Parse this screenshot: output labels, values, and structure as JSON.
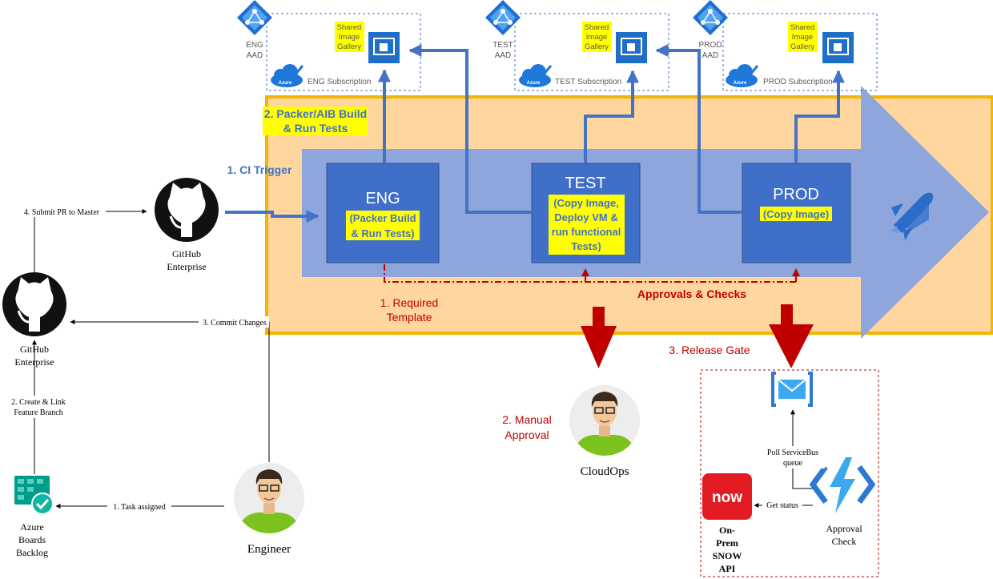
{
  "subscriptions": [
    {
      "aad_line1": "ENG",
      "aad_line2": "AAD",
      "gallery_lines": [
        "Shared",
        "Image",
        "Gallery"
      ],
      "subscription_label": "ENG Subscription"
    },
    {
      "aad_line1": "TEST",
      "aad_line2": "AAD",
      "gallery_lines": [
        "Shared",
        "Image",
        "Gallery"
      ],
      "subscription_label": "TEST Subscription"
    },
    {
      "aad_line1": "PROD",
      "aad_line2": "AAD",
      "gallery_lines": [
        "Shared",
        "Image",
        "Gallery"
      ],
      "subscription_label": "PROD Subscription"
    }
  ],
  "azure_badge": "Azure",
  "pipeline": {
    "build_step_line1": "2. Packer/AIB Build",
    "build_step_line2": "& Run Tests",
    "ci_trigger": "1. CI Trigger",
    "stages": [
      {
        "name": "ENG",
        "details": [
          "(Packer Build",
          "& Run Tests)"
        ]
      },
      {
        "name": "TEST",
        "details": [
          "(Copy Image,",
          "Deploy VM &",
          "run functional",
          "Tests)"
        ]
      },
      {
        "name": "PROD",
        "details": [
          "(Copy Image)"
        ]
      }
    ],
    "required_template_line1": "1. Required",
    "required_template_line2": "Template",
    "approvals_checks": "Approvals & Checks"
  },
  "left_flow": {
    "submit_pr": "4. Submit PR to Master",
    "commit_changes": "3. Commit Changes",
    "create_branch_line1": "2. Create & Link",
    "create_branch_line2": "Feature Branch",
    "task_assigned": "1. Task assigned",
    "github_top_line1": "GitHub",
    "github_top_line2": "Enterprise",
    "github_left_line1": "GitHub",
    "github_left_line2": "Enterprise",
    "boards_lines": [
      "Azure",
      "Boards",
      "Backlog"
    ],
    "engineer": "Engineer"
  },
  "manual_approval_line1": "2. Manual",
  "manual_approval_line2": "Approval",
  "cloudops": "CloudOps",
  "release_gate": {
    "title": "3. Release Gate",
    "poll_line1": "Poll ServiceBus",
    "poll_line2": "queue",
    "get_status": "Get status",
    "snow_logo_text": "now",
    "snow_lines": [
      "On-",
      "Prem",
      "SNOW",
      "API"
    ],
    "approval_check_line1": "Approval",
    "approval_check_line2": "Check"
  },
  "colors": {
    "pipeline_orange": "#FFD79E",
    "pipeline_border": "#F5B400",
    "arrow_blue": "#8EA6DB",
    "stage_blue": "#3F6FC9",
    "flow_blue": "#4472C4",
    "highlight_yellow": "#FFFF00",
    "approval_red": "#C00000",
    "person_green": "#7CC21E",
    "snow_red": "#E31B23"
  }
}
